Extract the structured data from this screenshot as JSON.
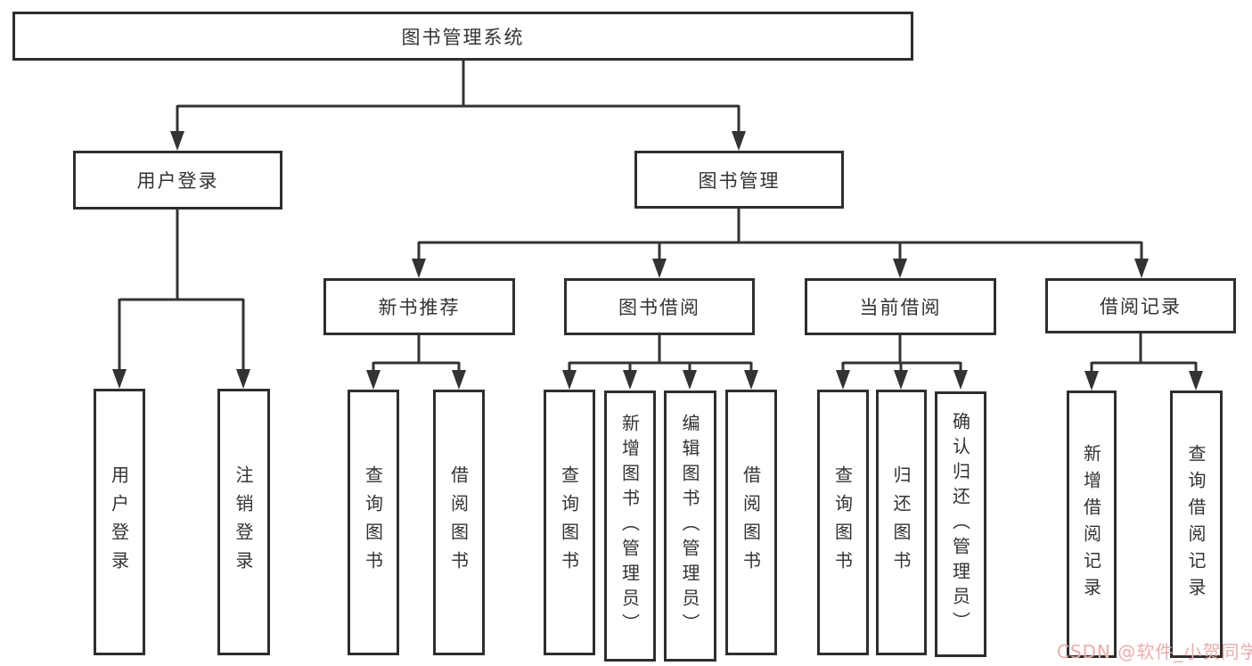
{
  "tree": {
    "root": {
      "label": "图书管理系统"
    },
    "user_login": {
      "label": "用户登录",
      "children": [
        {
          "label": "用户登录"
        },
        {
          "label": "注销登录"
        }
      ]
    },
    "book_management": {
      "label": "图书管理",
      "groups": [
        {
          "label": "新书推荐",
          "children": [
            {
              "label": "查询图书"
            },
            {
              "label": "借阅图书"
            }
          ]
        },
        {
          "label": "图书借阅",
          "children": [
            {
              "label": "查询图书"
            },
            {
              "label": "新增图书（管理员）"
            },
            {
              "label": "编辑图书（管理员）"
            },
            {
              "label": "借阅图书"
            }
          ]
        },
        {
          "label": "当前借阅",
          "children": [
            {
              "label": "查询图书"
            },
            {
              "label": "归还图书"
            },
            {
              "label": "确认归还（管理员）"
            }
          ]
        },
        {
          "label": "借阅记录",
          "children": [
            {
              "label": "新增借阅记录"
            },
            {
              "label": "查询借阅记录"
            }
          ]
        }
      ]
    }
  },
  "watermark": {
    "text": "CSDN @软件_小贺同学"
  },
  "colors": {
    "line": "#333333",
    "box_border": "#2e2e2e",
    "text": "#333333",
    "watermark": "#f0aba7",
    "background": "#ffffff"
  }
}
